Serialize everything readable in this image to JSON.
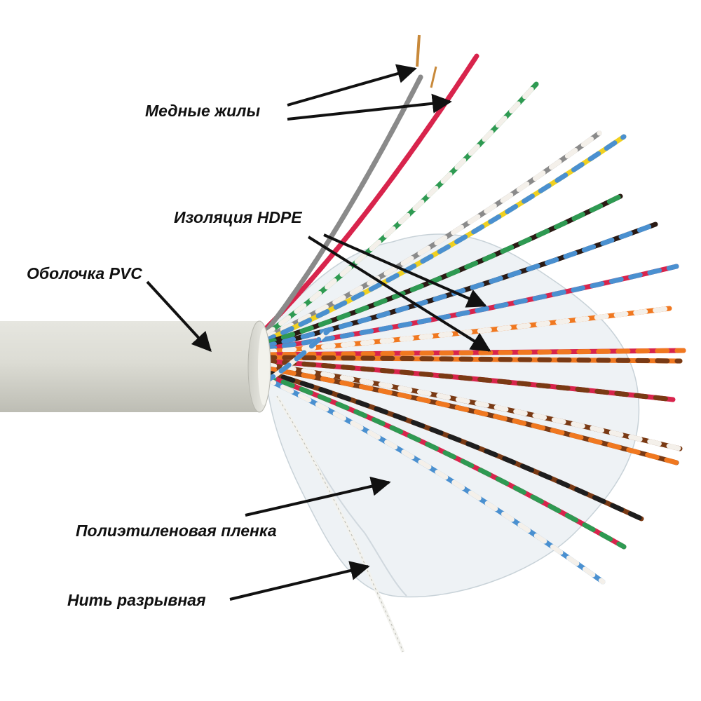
{
  "labels": {
    "copper_conductors": "Медные жилы",
    "hdpe_insulation": "Изоляция HDPE",
    "pvc_sheath": "Оболочка PVC",
    "polyethylene_film": "Полиэтиленовая пленка",
    "rip_cord": "Нить разрывная"
  },
  "colors": {
    "sheath": "#dcdcd4",
    "film": "#e8eef2",
    "arrow": "#111111",
    "wires": [
      "#d8244c",
      "#2e9a52",
      "#4a90d0",
      "#f0d020",
      "#f07820",
      "#7a3a14",
      "#2a1a14",
      "#f4f0ea",
      "#8a8a8a",
      "#1e1e1e"
    ]
  }
}
